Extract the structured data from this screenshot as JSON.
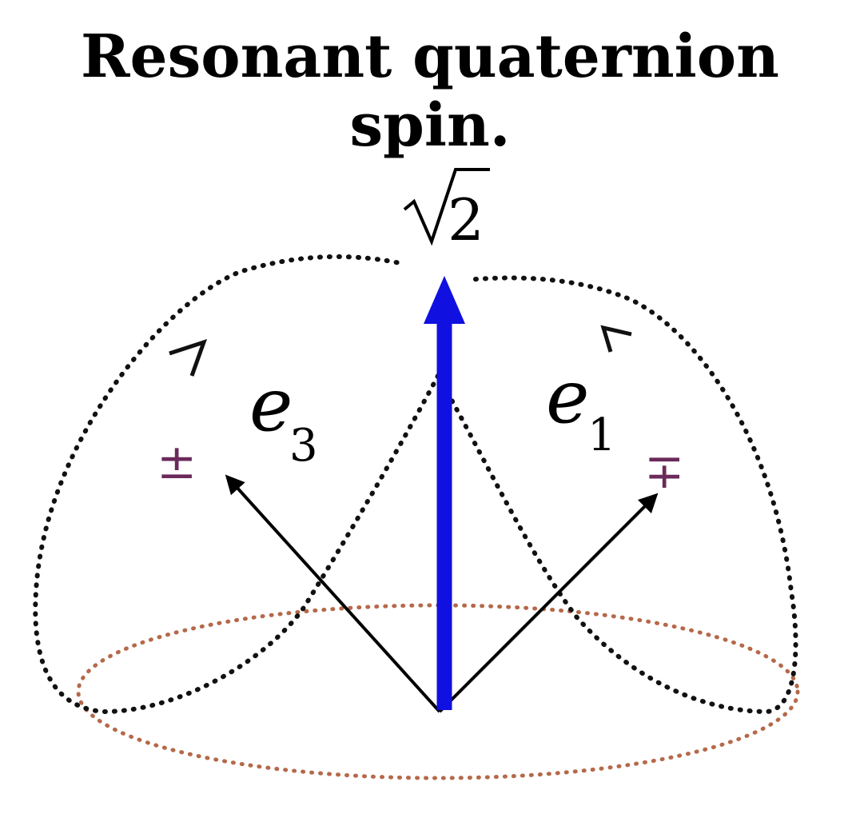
{
  "title": "Resonant quaternion spin.",
  "labels": {
    "top": "2",
    "left_vector": "e",
    "left_vector_sub": "3",
    "right_vector": "e",
    "right_vector_sub": "1",
    "left_sign": "±",
    "right_sign": "∓"
  },
  "colors": {
    "central_arrow": "#1010e0",
    "vectors": "#000000",
    "dotted_loops": "#111111",
    "base_ellipse": "#b5694a",
    "signs": "#6b2a5a"
  }
}
